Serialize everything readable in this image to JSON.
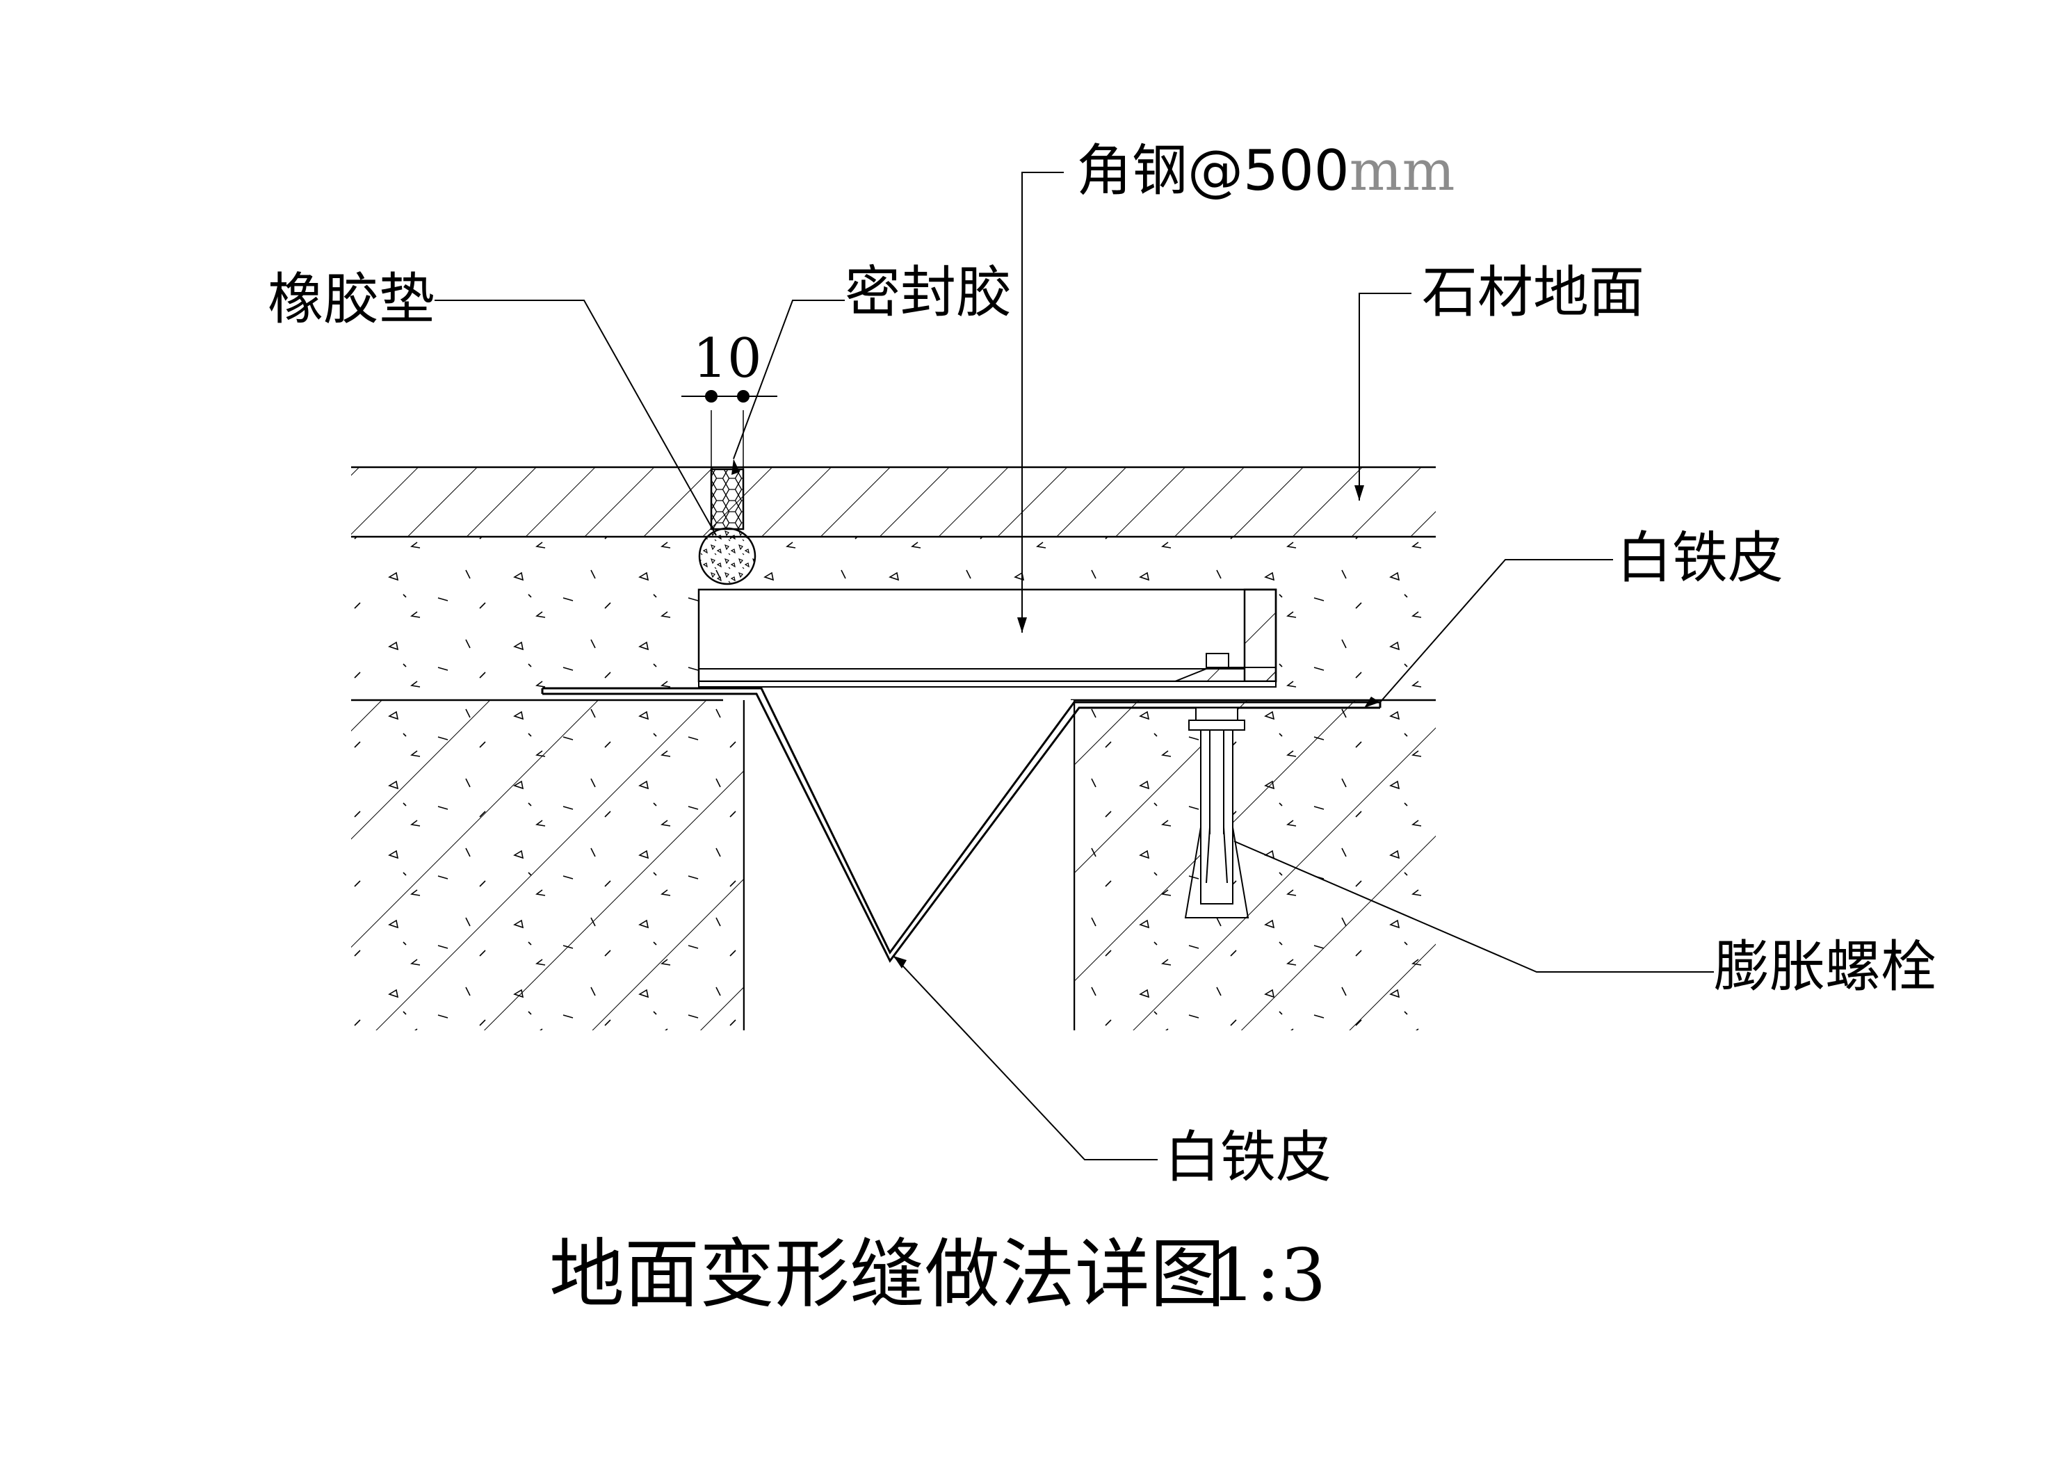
{
  "labels": {
    "rubber_pad": "橡胶垫",
    "sealant": "密封胶",
    "angle_steel": "角钢@500",
    "angle_steel_unit": "mm",
    "stone_floor": "石材地面",
    "white_iron_top": "白铁皮",
    "expansion_bolt": "膨胀螺栓",
    "white_iron_bottom": "白铁皮"
  },
  "dimension": {
    "gap": "10"
  },
  "title": {
    "text": "地面变形缝做法详图",
    "scale": "1:3"
  },
  "colors": {
    "line": "#000000",
    "unit_text": "#8c8c8c"
  }
}
